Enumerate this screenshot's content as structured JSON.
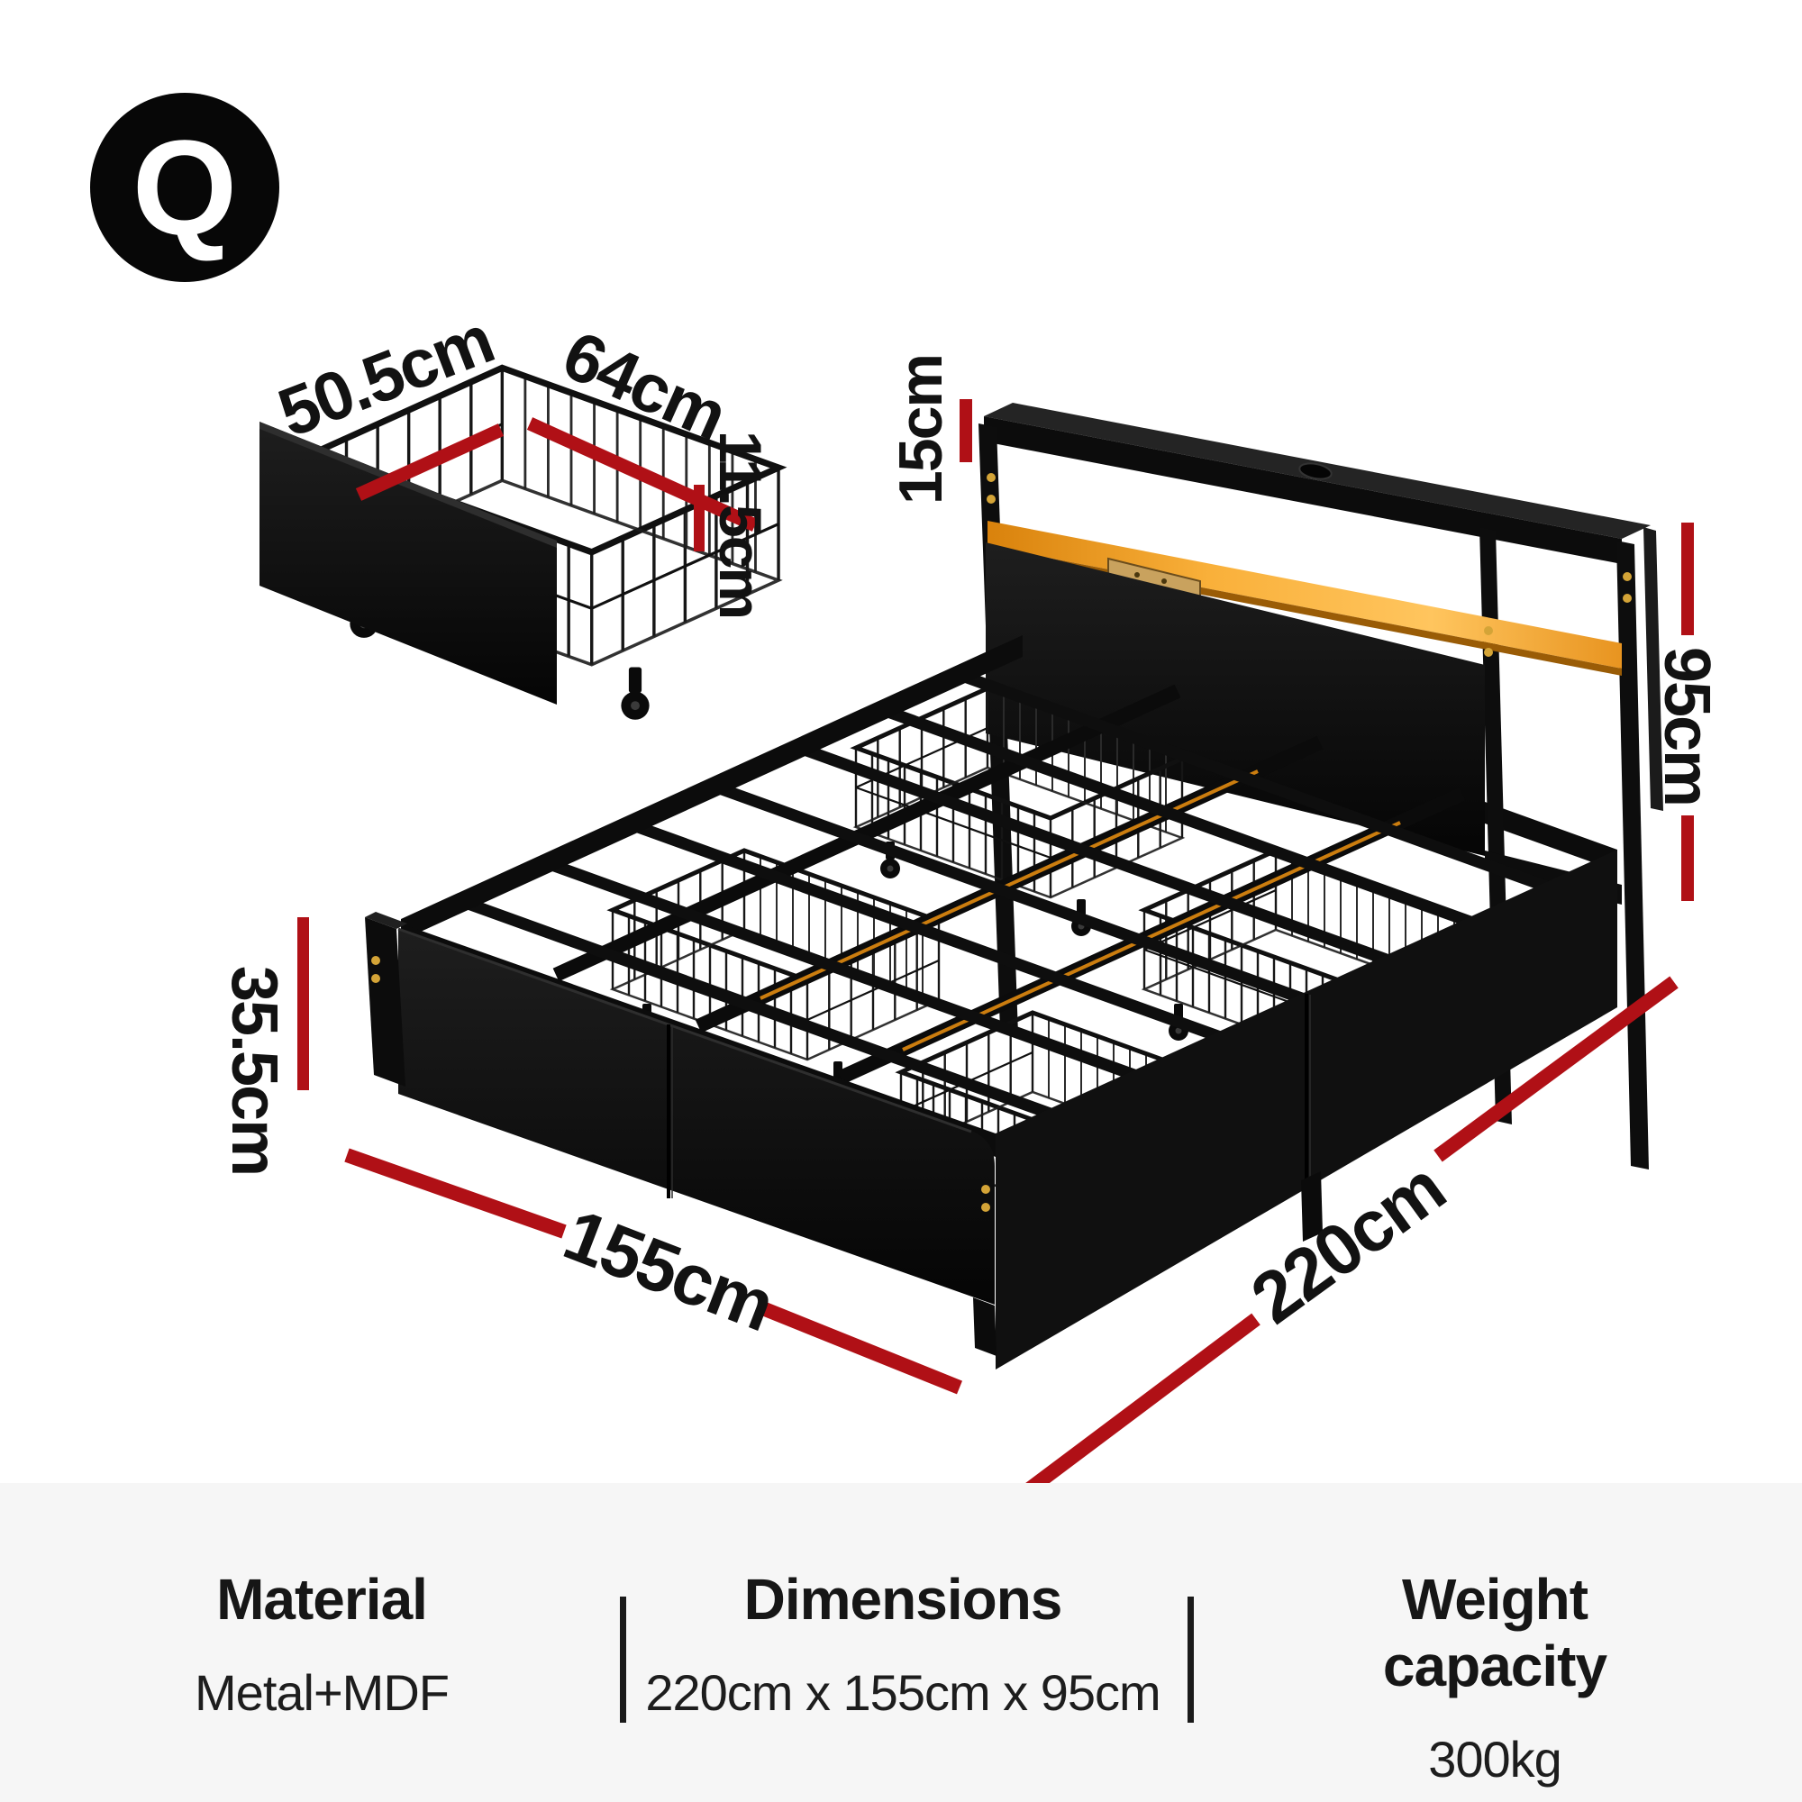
{
  "badge": {
    "size_label": "Q"
  },
  "drawer_detail": {
    "width_label": "50.5cm",
    "depth_label": "64cm",
    "height_label": "11.5cm"
  },
  "bed": {
    "shelf_clearance_label": "15cm",
    "headboard_height_label": "95cm",
    "base_height_label": "35.5cm",
    "bed_width_label": "155cm",
    "bed_length_label": "220cm"
  },
  "footer": {
    "columns": [
      {
        "title": "Material",
        "value": "Metal+MDF"
      },
      {
        "title": "Dimensions",
        "value": "220cm x 155cm x 95cm"
      },
      {
        "title": "Weight capacity",
        "value": "300kg"
      }
    ]
  },
  "colors": {
    "accent_red": "#b01016",
    "led_orange": "#f5a32b",
    "frame_black": "#0d0d0d",
    "footer_bg": "#f6f6f6",
    "screw_gold": "#d4a437"
  }
}
